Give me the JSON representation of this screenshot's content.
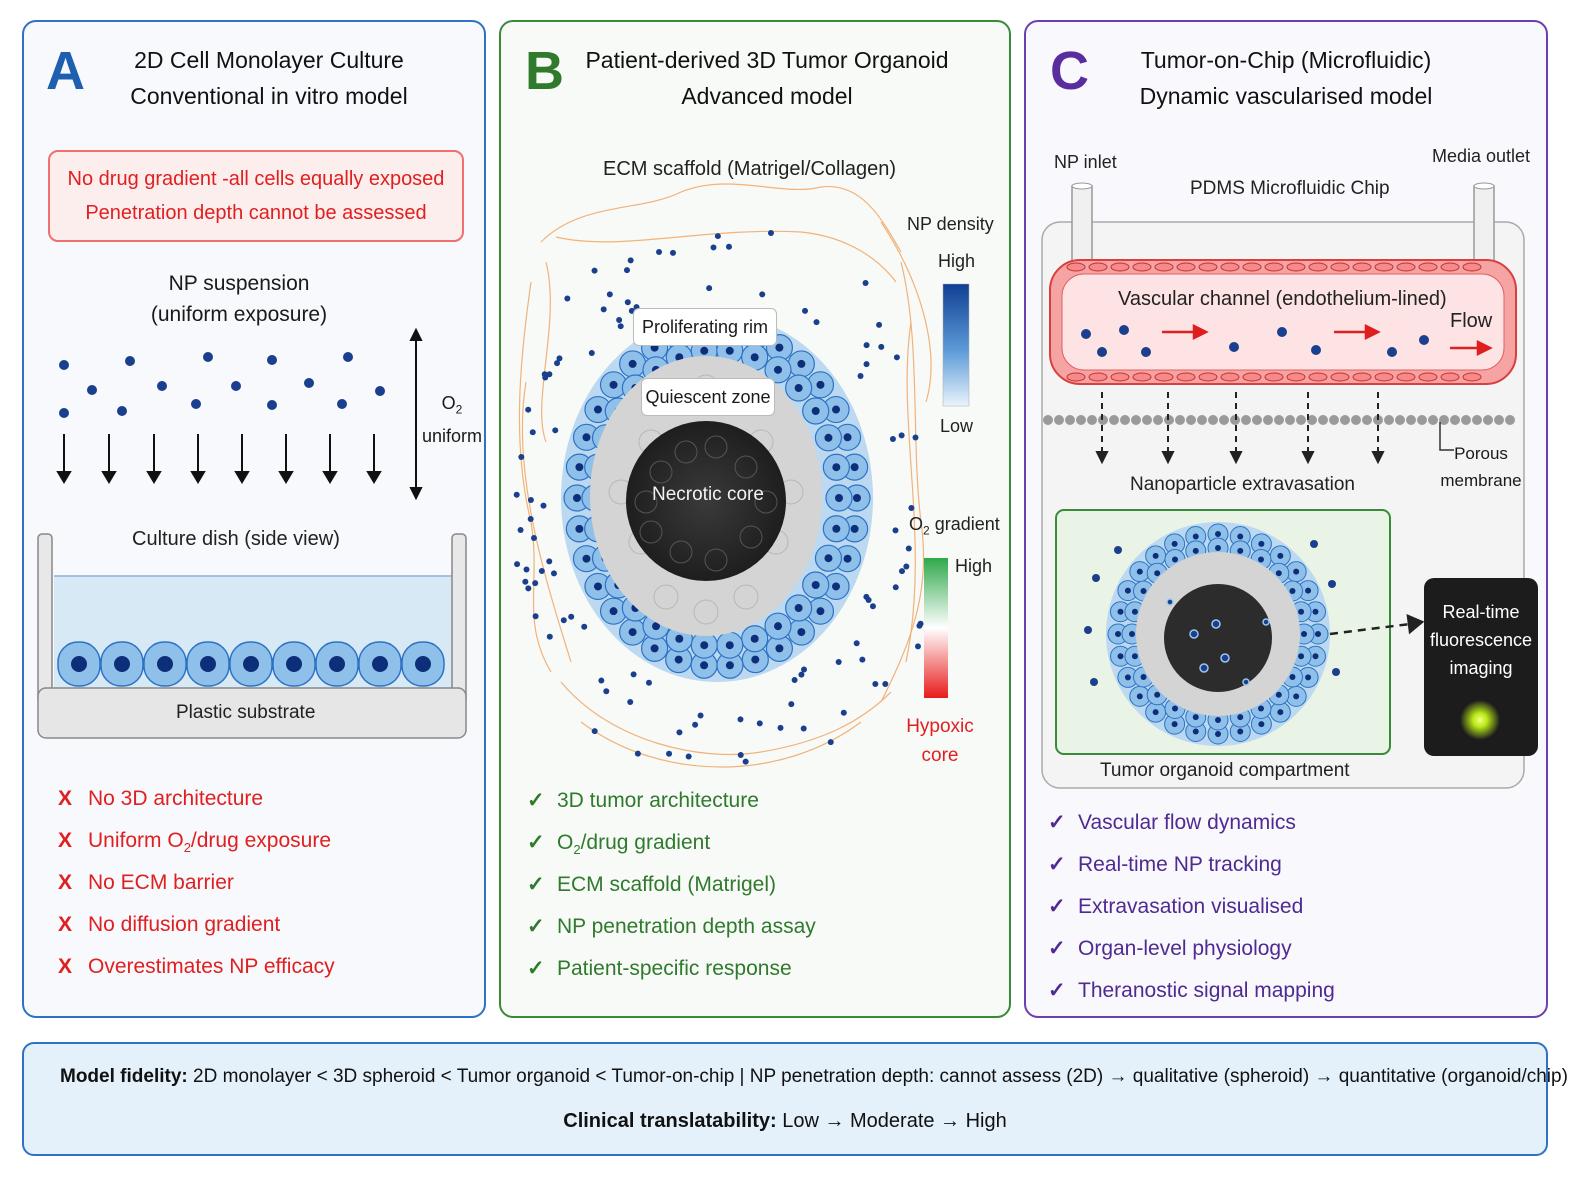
{
  "panelA": {
    "letter": "A",
    "title_line1": "2D Cell Monolayer Culture",
    "title_line2": "Conventional in vitro model",
    "warning_line1": "No drug gradient -all cells equally exposed",
    "warning_line2": "Penetration depth cannot be assessed",
    "suspension_line1": "NP suspension",
    "suspension_line2": "(uniform exposure)",
    "o2_label": "O",
    "o2_sub": "2",
    "o2_uniform": "uniform",
    "dish_label": "Culture dish (side view)",
    "substrate_label": "Plastic substrate",
    "cons": [
      {
        "mark": "X",
        "pre": "No 3D architecture",
        "sub": "",
        "post": ""
      },
      {
        "mark": "X",
        "pre": "Uniform O",
        "sub": "2",
        "post": "/drug exposure"
      },
      {
        "mark": "X",
        "pre": "No ECM barrier",
        "sub": "",
        "post": ""
      },
      {
        "mark": "X",
        "pre": "No diffusion gradient",
        "sub": "",
        "post": ""
      },
      {
        "mark": "X",
        "pre": "Overestimates NP efficacy",
        "sub": "",
        "post": ""
      }
    ]
  },
  "panelB": {
    "letter": "B",
    "title_line1": "Patient-derived 3D Tumor Organoid",
    "title_line2": "Advanced model",
    "ecm_label": "ECM scaffold (Matrigel/Collagen)",
    "rim_label": "Proliferating rim",
    "quiescent_label": "Quiescent zone",
    "necrotic_label": "Necrotic core",
    "np_density_label": "NP density",
    "np_high": "High",
    "np_low": "Low",
    "o2_gradient_label": "O",
    "o2_gradient_sub": "2",
    "o2_gradient_suffix": " gradient",
    "o2_high": "High",
    "hypoxic_line1": "Hypoxic",
    "hypoxic_line2": "core",
    "pros": [
      {
        "mark": "✓",
        "pre": "3D tumor architecture",
        "sub": "",
        "post": ""
      },
      {
        "mark": "✓",
        "pre": "O",
        "sub": "2",
        "post": "/drug gradient"
      },
      {
        "mark": "✓",
        "pre": "ECM scaffold (Matrigel)",
        "sub": "",
        "post": ""
      },
      {
        "mark": "✓",
        "pre": "NP penetration depth assay",
        "sub": "",
        "post": ""
      },
      {
        "mark": "✓",
        "pre": "Patient-specific response",
        "sub": "",
        "post": ""
      }
    ]
  },
  "panelC": {
    "letter": "C",
    "title_line1": "Tumor-on-Chip (Microfluidic)",
    "title_line2": "Dynamic vascularised model",
    "np_inlet": "NP inlet",
    "media_outlet": "Media outlet",
    "chip_label": "PDMS Microfluidic Chip",
    "vascular_label": "Vascular channel (endothelium-lined)",
    "flow_label": "Flow",
    "porous_line1": "Porous",
    "porous_line2": "membrane",
    "extravasation_label": "Nanoparticle extravasation",
    "imaging_line1": "Real-time",
    "imaging_line2": "fluorescence",
    "imaging_line3": "imaging",
    "compartment_label": "Tumor organoid compartment",
    "pros": [
      {
        "mark": "✓",
        "text": "Vascular flow dynamics"
      },
      {
        "mark": "✓",
        "text": "Real-time NP tracking"
      },
      {
        "mark": "✓",
        "text": "Extravasation visualised"
      },
      {
        "mark": "✓",
        "text": "Organ-level physiology"
      },
      {
        "mark": "✓",
        "text": "Theranostic signal mapping"
      }
    ]
  },
  "footer": {
    "line1_bold": "Model fidelity:",
    "line1_text": " 2D monolayer  <  3D spheroid  <  Tumor organoid  <  Tumor-on-chip   |   NP penetration depth: cannot assess (2D) → qualitative (spheroid) → quantitative (organoid/chip)",
    "line2_bold": "Clinical translatability:",
    "line2_text": "  Low  →  Moderate  →  High"
  },
  "colors": {
    "blueA": "#2d72c4",
    "greenB": "#3b8a3a",
    "purpleC": "#6a3fb0",
    "warnRed": "#e02020",
    "np_dot": "#1a3f8c",
    "cell_blue": "#8fc0ea"
  }
}
